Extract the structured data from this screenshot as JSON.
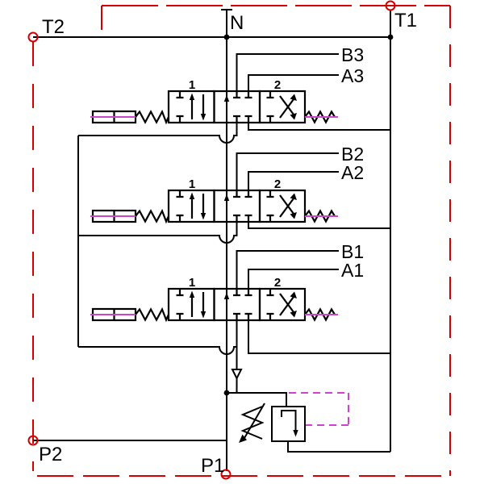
{
  "diagram": {
    "type": "hydraulic-schematic",
    "ports": {
      "t2": "T2",
      "n": "N",
      "t1": "T1",
      "p2": "P2",
      "p1": "P1"
    },
    "work_ports": {
      "b3": "B3",
      "a3": "A3",
      "b2": "B2",
      "a2": "A2",
      "b1": "B1",
      "a1": "A1"
    },
    "spool_positions": {
      "pos1": "1",
      "pos2": "2"
    },
    "colors": {
      "line": "#000000",
      "boundary": "#d40000",
      "pilot": "#cc44cc",
      "background": "#ffffff"
    }
  }
}
